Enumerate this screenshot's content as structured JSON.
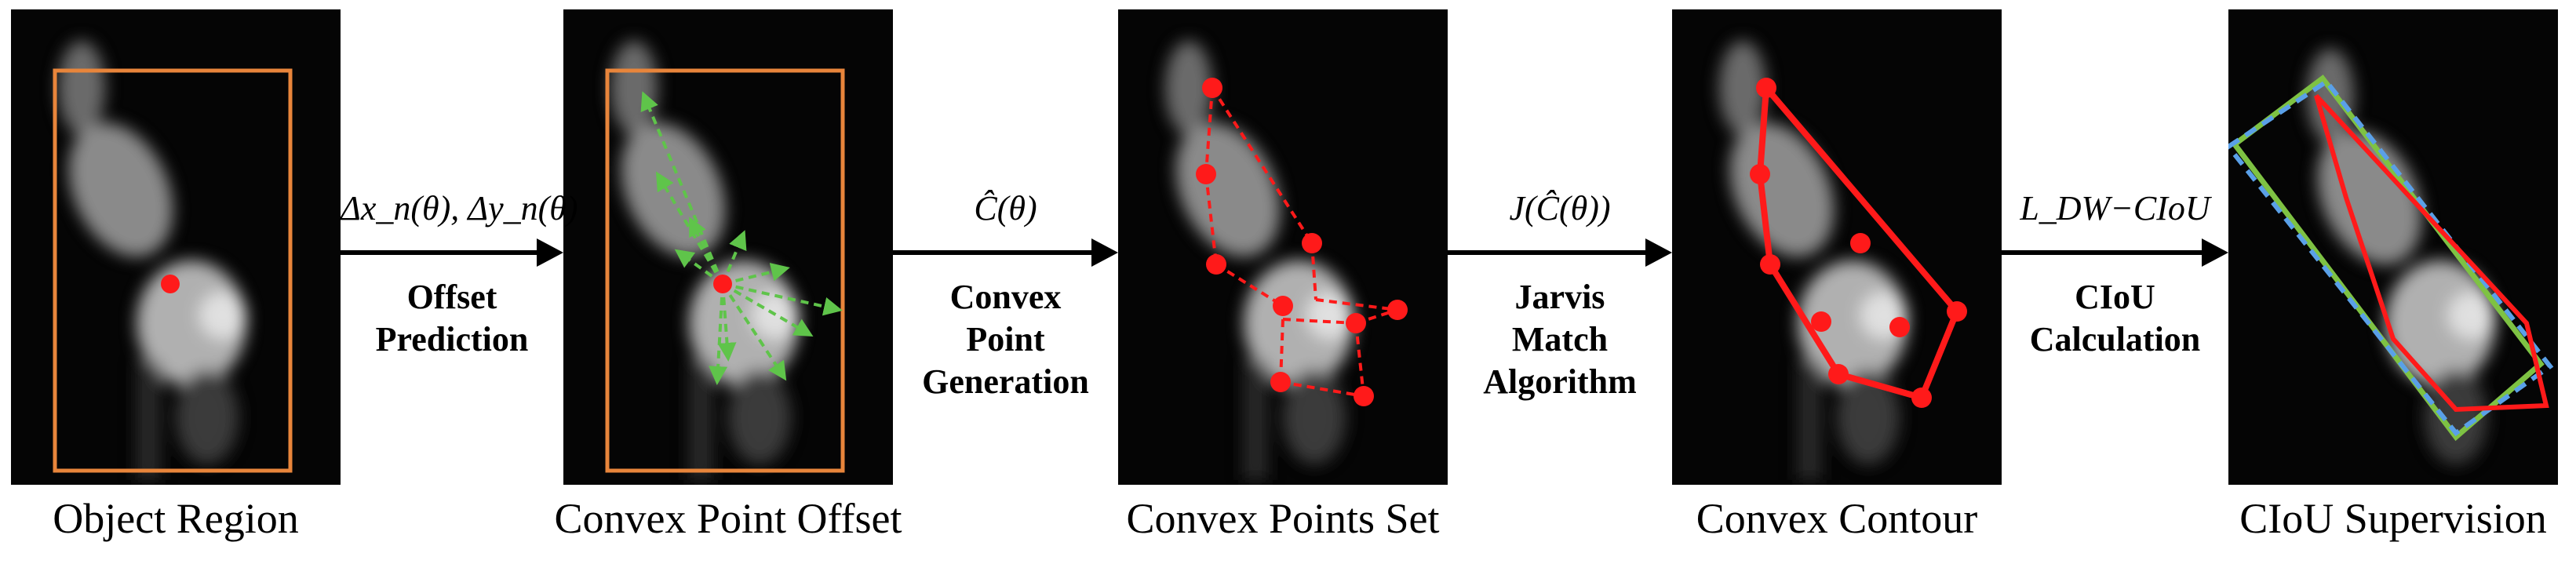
{
  "panels": [
    {
      "caption": "Object Region"
    },
    {
      "caption": "Convex Point Offset"
    },
    {
      "caption": "Convex Points Set"
    },
    {
      "caption": "Convex Contour"
    },
    {
      "caption": "CIoU Supervision"
    }
  ],
  "arrows": [
    {
      "above": "Δx_n(θ), Δy_n(θ)",
      "below": [
        "Offset",
        "Prediction"
      ]
    },
    {
      "above": "Ĉ(θ)",
      "below": [
        "Convex",
        "Point",
        "Generation"
      ]
    },
    {
      "above": "J(Ĉ(θ))",
      "below": [
        "Jarvis",
        "Match",
        "Algorithm"
      ]
    },
    {
      "above": "L_DW−CIoU",
      "below": [
        "CIoU",
        "Calculation"
      ]
    }
  ],
  "colors": {
    "box": "#e8853b",
    "offset": "#5fc44a",
    "points": "#ff1a1a",
    "gt_box": "#5aa0e8",
    "pred_box": "#7ec243",
    "background": "#050505"
  }
}
